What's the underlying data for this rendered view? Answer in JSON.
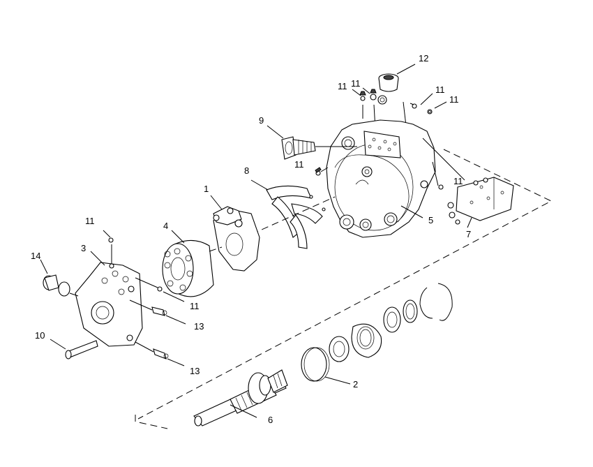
{
  "callouts": {
    "c1": "1",
    "c2": "2",
    "c3": "3",
    "c4": "4",
    "c5": "5",
    "c6": "6",
    "c7": "7",
    "c8": "8",
    "c9": "9",
    "c10": "10",
    "c11a": "11",
    "c11b": "11",
    "c11c": "11",
    "c11d": "11",
    "c11e": "11",
    "c11f": "11",
    "c11g": "11",
    "c11h": "11",
    "c12": "12",
    "c13a": "13",
    "c13b": "13",
    "c14": "14"
  }
}
